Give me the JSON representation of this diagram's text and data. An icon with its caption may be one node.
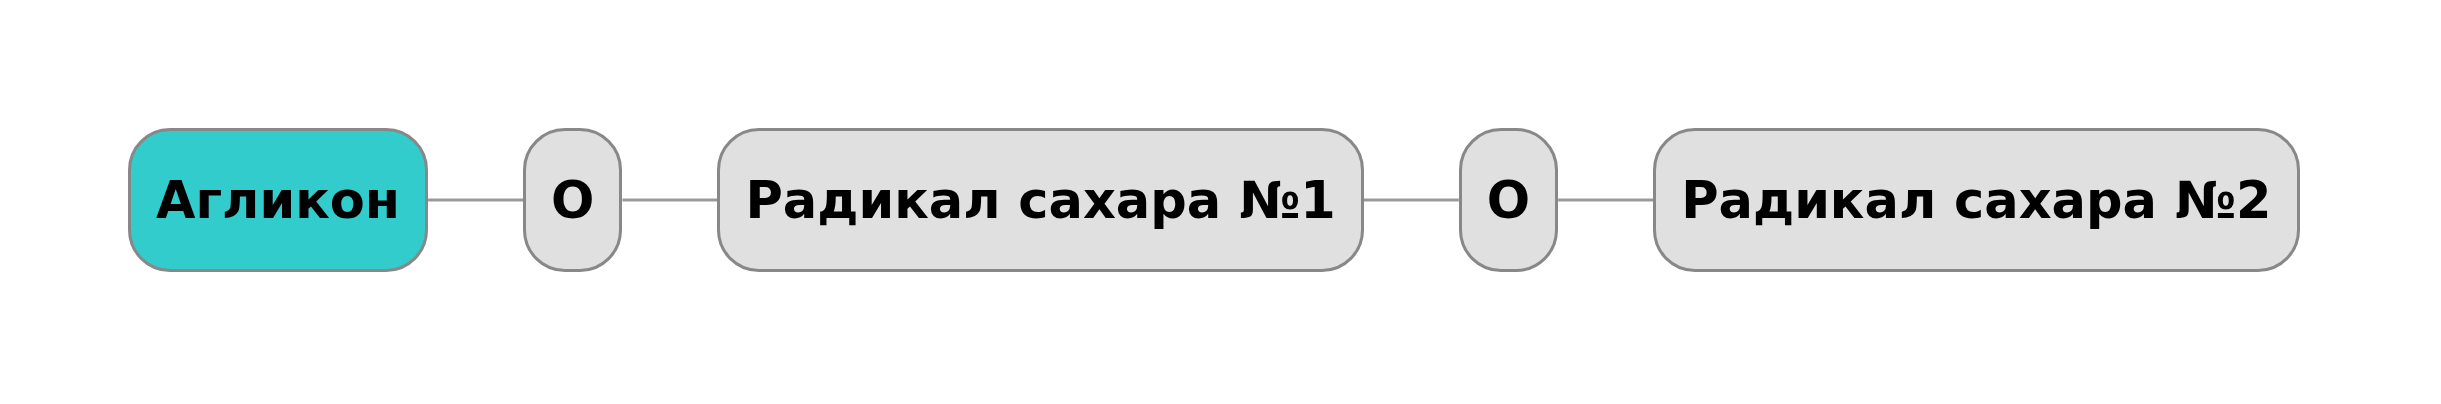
{
  "diagram": {
    "nodes": [
      {
        "text": [
          "Агликон"
        ]
      },
      {
        "text": [
          "O"
        ]
      },
      {
        "text": [
          "Радикал сахара №1"
        ]
      },
      {
        "text": [
          "O"
        ]
      },
      {
        "text": [
          "Радикал сахара №2"
        ]
      }
    ],
    "edges": [
      {
        "from": 0,
        "to": 1,
        "arrow": "none"
      },
      {
        "from": 1,
        "to": 2,
        "arrow": "none"
      },
      {
        "from": 2,
        "to": 3,
        "arrow": "none"
      },
      {
        "from": 3,
        "to": 4,
        "arrow": "none"
      }
    ]
  }
}
